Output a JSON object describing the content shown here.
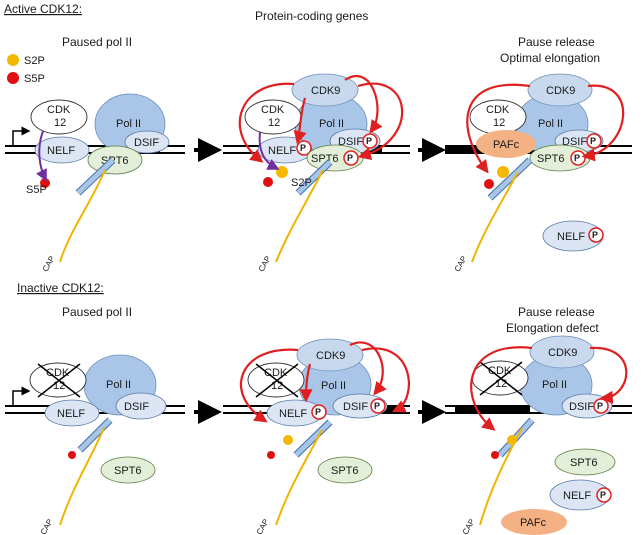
{
  "sections": {
    "active_header": "Active CDK12:",
    "inactive_header": "Inactive CDK12:",
    "top_title": "Protein-coding genes"
  },
  "legend": {
    "s2p": "S2P",
    "s5p": "S5P",
    "s2p_color": "#f5b800",
    "s5p_color": "#e01010"
  },
  "panels": {
    "active_paused": "Paused pol II",
    "active_release_1": "Pause release",
    "active_release_2": "Optimal elongation",
    "inactive_paused": "Paused pol II",
    "inactive_release_1": "Pause release",
    "inactive_release_2": "Elongation defect"
  },
  "labels": {
    "cdk12_a": "CDK",
    "cdk12_b": "12",
    "pol2": "Pol II",
    "dsif": "DSIF",
    "nelf": "NELF",
    "spt6": "SPT6",
    "cdk9": "CDK9",
    "pafc": "PAFc",
    "p": "P",
    "cap": "CAP",
    "s5p_mark": "S5P",
    "s2p_mark": "S2P"
  },
  "colors": {
    "arrow_red": "#e02020",
    "arrow_purple": "#7030a0",
    "pafc": "#f4b183",
    "cap_tail": "#f2b400"
  }
}
